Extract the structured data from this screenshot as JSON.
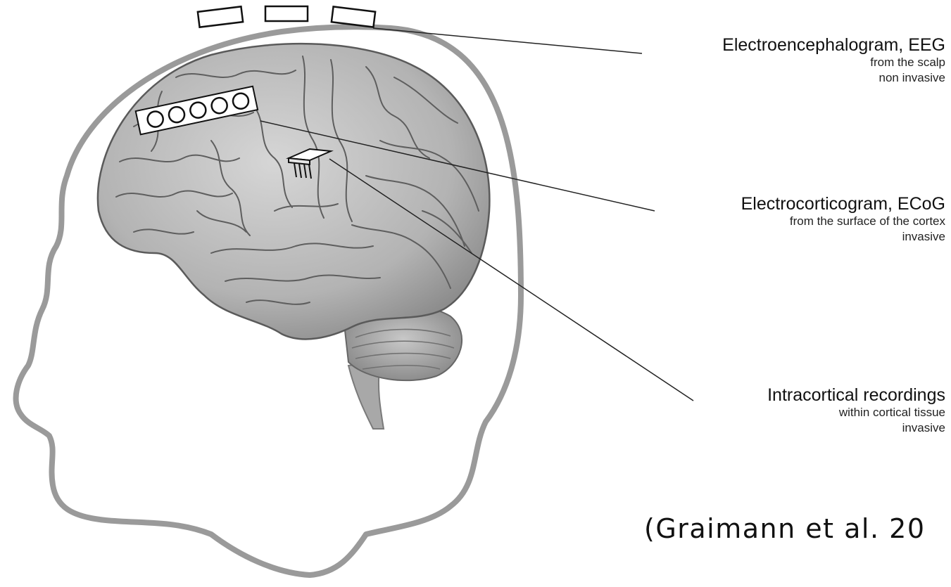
{
  "labels": {
    "eeg": {
      "title": "Electroencephalogram, EEG",
      "line1": "from the scalp",
      "line2": "non invasive"
    },
    "ecog": {
      "title": "Electrocorticogram, ECoG",
      "line1": "from the surface of the cortex",
      "line2": "invasive"
    },
    "intracortical": {
      "title": "Intracortical recordings",
      "line1": "within cortical tissue",
      "line2": "invasive"
    }
  },
  "citation": "(Graimann et al. 20",
  "colors": {
    "head_outline": "#9a9a9a",
    "brain_fill": "#b9b9b9",
    "leader_line": "#222222"
  }
}
